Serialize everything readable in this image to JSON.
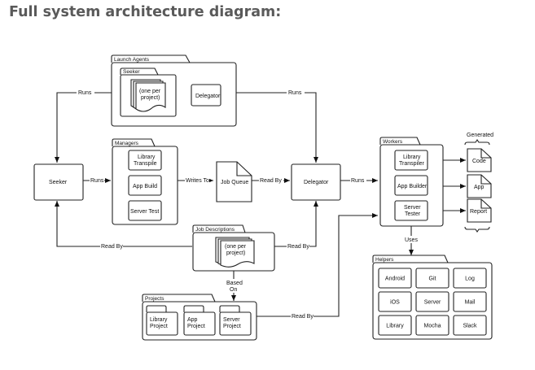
{
  "page": {
    "title": "Full system architecture diagram:"
  },
  "diagram": {
    "containers": {
      "launch_agents": {
        "label": "Launch Agents"
      },
      "seeker_inner": {
        "label": "Seeker",
        "stack_line1": "(one per",
        "stack_line2": "project)"
      },
      "managers": {
        "label": "Managers"
      },
      "workers": {
        "label": "Workers"
      },
      "job_descriptions": {
        "label": "Job Descriptions",
        "stack_line1": "(one per",
        "stack_line2": "project)"
      },
      "projects": {
        "label": "Projects"
      },
      "helpers": {
        "label": "Helpers"
      }
    },
    "nodes": {
      "launch_delegator": "Delegator",
      "seeker": "Seeker",
      "delegator": "Delegator",
      "job_queue": "Job Queue",
      "managers": [
        {
          "line1": "Library",
          "line2": "Transpile"
        },
        {
          "line1": "App Build",
          "line2": ""
        },
        {
          "line1": "Server Test",
          "line2": ""
        }
      ],
      "workers": [
        {
          "line1": "Library",
          "line2": "Transpiler"
        },
        {
          "line1": "App Builder",
          "line2": ""
        },
        {
          "line1": "Server",
          "line2": "Tester"
        }
      ],
      "generated_label": "Generated",
      "outputs": [
        "Code",
        "App",
        "Report"
      ],
      "projects": [
        {
          "line1": "Library",
          "line2": "Project"
        },
        {
          "line1": "App",
          "line2": "Project"
        },
        {
          "line1": "Server",
          "line2": "Project"
        }
      ],
      "helpers": [
        "Android",
        "Git",
        "Log",
        "iOS",
        "Server",
        "Mail",
        "Library",
        "Mocha",
        "Slack"
      ]
    },
    "edges": {
      "runs_left": "Runs",
      "runs_right": "Runs",
      "seeker_runs": "Runs",
      "writes_to": "Writes To",
      "read_by_queue": "Read By",
      "delegator_runs": "Runs",
      "read_by_seeker": "Read By",
      "read_by_delegator": "Read By",
      "based_on_1": "Based",
      "based_on_2": "On",
      "read_by_projects": "Read By",
      "uses": "Uses"
    }
  }
}
